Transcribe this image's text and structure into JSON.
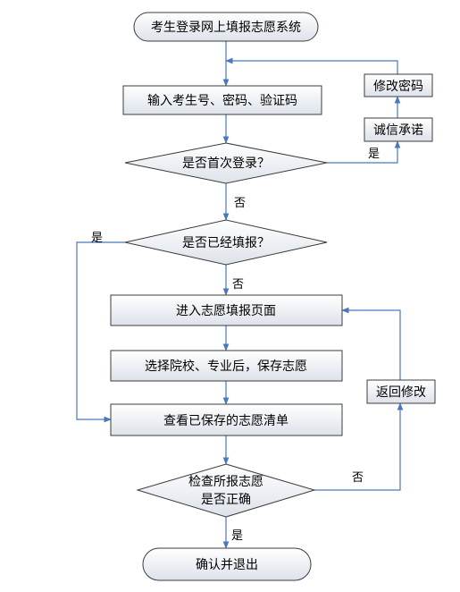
{
  "flowchart": {
    "start": "考生登录网上填报志愿系统",
    "enter_credentials": "输入考生号、密码、验证码",
    "first_login": "是否首次登录？",
    "change_password": "修改密码",
    "integrity_pledge": "诚信承诺",
    "already_filled": "是否已经填报？",
    "enter_page": "进入志愿填报页面",
    "select_and_save": "选择院校、专业后，保存志愿",
    "view_list": "查看已保存的志愿清单",
    "return_modify": "返回修改",
    "check_correct_line1": "检查所报志愿",
    "check_correct_line2": "是否正确",
    "confirm_exit": "确认并退出"
  },
  "edge_labels": {
    "first_login_yes": "是",
    "first_login_no": "否",
    "already_filled_yes": "是",
    "already_filled_no": "否",
    "check_no": "否",
    "check_yes": "是"
  }
}
